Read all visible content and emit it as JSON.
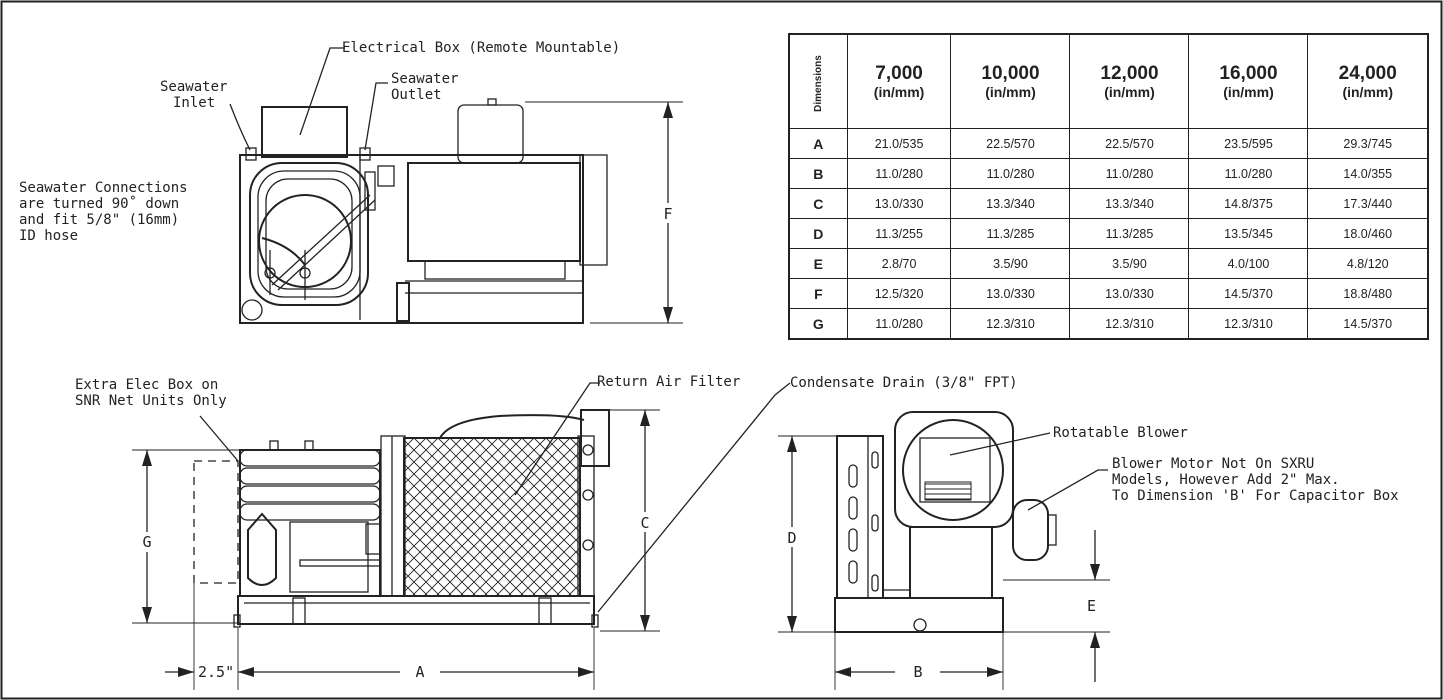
{
  "labels": {
    "electrical_box": "Electrical Box (Remote Mountable)",
    "seawater_inlet_1": "Seawater",
    "seawater_inlet_2": "Inlet",
    "seawater_outlet_1": "Seawater",
    "seawater_outlet_2": "Outlet",
    "connections_1": "Seawater Connections",
    "connections_2": "are turned 90˚ down",
    "connections_3": "and fit 5/8\" (16mm)",
    "connections_4": "ID hose",
    "extra_box_1": "Extra Elec Box on",
    "extra_box_2": "SNR Net Units Only",
    "return_air_filter": "Return Air Filter",
    "condensate_drain": "Condensate Drain (3/8\" FPT)",
    "rotatable_blower": "Rotatable Blower",
    "blower_motor_1": "Blower Motor Not On SXRU",
    "blower_motor_2": "Models, However Add 2\" Max.",
    "blower_motor_3": "To Dimension 'B' For Capacitor Box"
  },
  "dimensions": {
    "a": "A",
    "b": "B",
    "c": "C",
    "d": "D",
    "e": "E",
    "f": "F",
    "g": "G",
    "offset": "2.5\""
  },
  "table": {
    "corner": "Dimensions",
    "columns": [
      {
        "value": "7,000",
        "unit": "(in/mm)"
      },
      {
        "value": "10,000",
        "unit": "(in/mm)"
      },
      {
        "value": "12,000",
        "unit": "(in/mm)"
      },
      {
        "value": "16,000",
        "unit": "(in/mm)"
      },
      {
        "value": "24,000",
        "unit": "(in/mm)"
      }
    ],
    "rows": [
      {
        "key": "A",
        "cells": [
          "21.0/535",
          "22.5/570",
          "22.5/570",
          "23.5/595",
          "29.3/745"
        ]
      },
      {
        "key": "B",
        "cells": [
          "11.0/280",
          "11.0/280",
          "11.0/280",
          "11.0/280",
          "14.0/355"
        ]
      },
      {
        "key": "C",
        "cells": [
          "13.0/330",
          "13.3/340",
          "13.3/340",
          "14.8/375",
          "17.3/440"
        ]
      },
      {
        "key": "D",
        "cells": [
          "11.3/255",
          "11.3/285",
          "11.3/285",
          "13.5/345",
          "18.0/460"
        ]
      },
      {
        "key": "E",
        "cells": [
          "2.8/70",
          "3.5/90",
          "3.5/90",
          "4.0/100",
          "4.8/120"
        ]
      },
      {
        "key": "F",
        "cells": [
          "12.5/320",
          "13.0/330",
          "13.0/330",
          "14.5/370",
          "18.8/480"
        ]
      },
      {
        "key": "G",
        "cells": [
          "11.0/280",
          "12.3/310",
          "12.3/310",
          "12.3/310",
          "14.5/370"
        ]
      }
    ]
  }
}
